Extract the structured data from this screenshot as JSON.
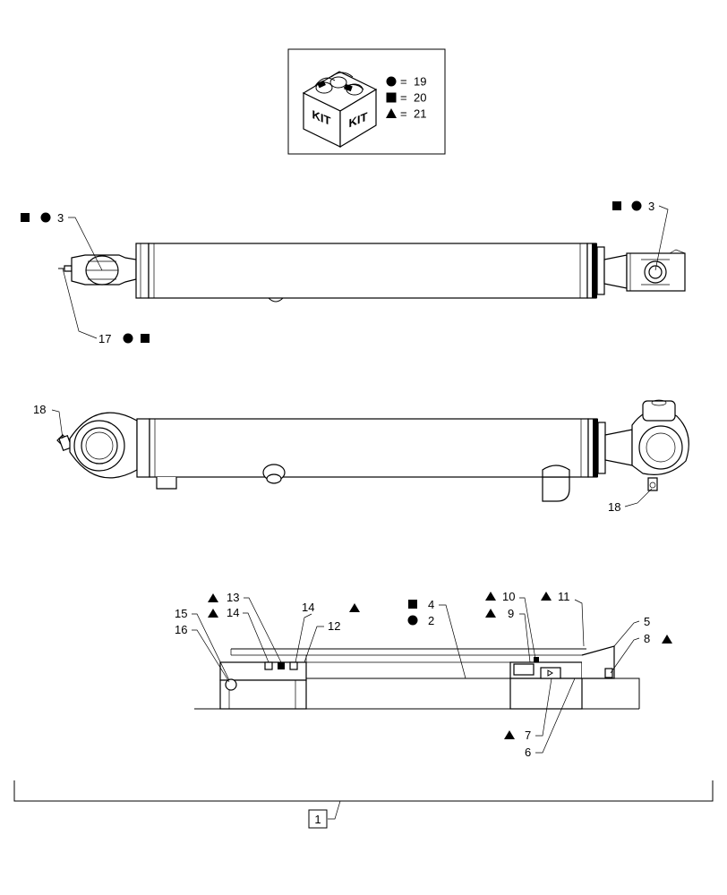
{
  "kit_legend": {
    "kit_label_left": "KIT",
    "kit_label_right": "KIT",
    "entries": [
      {
        "symbol": "circle",
        "eq": "=",
        "number": "19"
      },
      {
        "symbol": "square",
        "eq": "=",
        "number": "20"
      },
      {
        "symbol": "triangle",
        "eq": "=",
        "number": "21"
      }
    ]
  },
  "callouts": {
    "c3_left": "3",
    "c3_right": "3",
    "c17": "17",
    "c18_left": "18",
    "c18_right": "18",
    "c13": "13",
    "c14_left": "14",
    "c14_right": "14",
    "c15": "15",
    "c16": "16",
    "c12": "12",
    "c4": "4",
    "c2": "2",
    "c10": "10",
    "c9": "9",
    "c11": "11",
    "c5": "5",
    "c8": "8",
    "c7": "7",
    "c6": "6",
    "c1": "1"
  },
  "icons": [
    "square-icon",
    "circle-icon",
    "triangle-icon",
    "kit-box-icon"
  ]
}
